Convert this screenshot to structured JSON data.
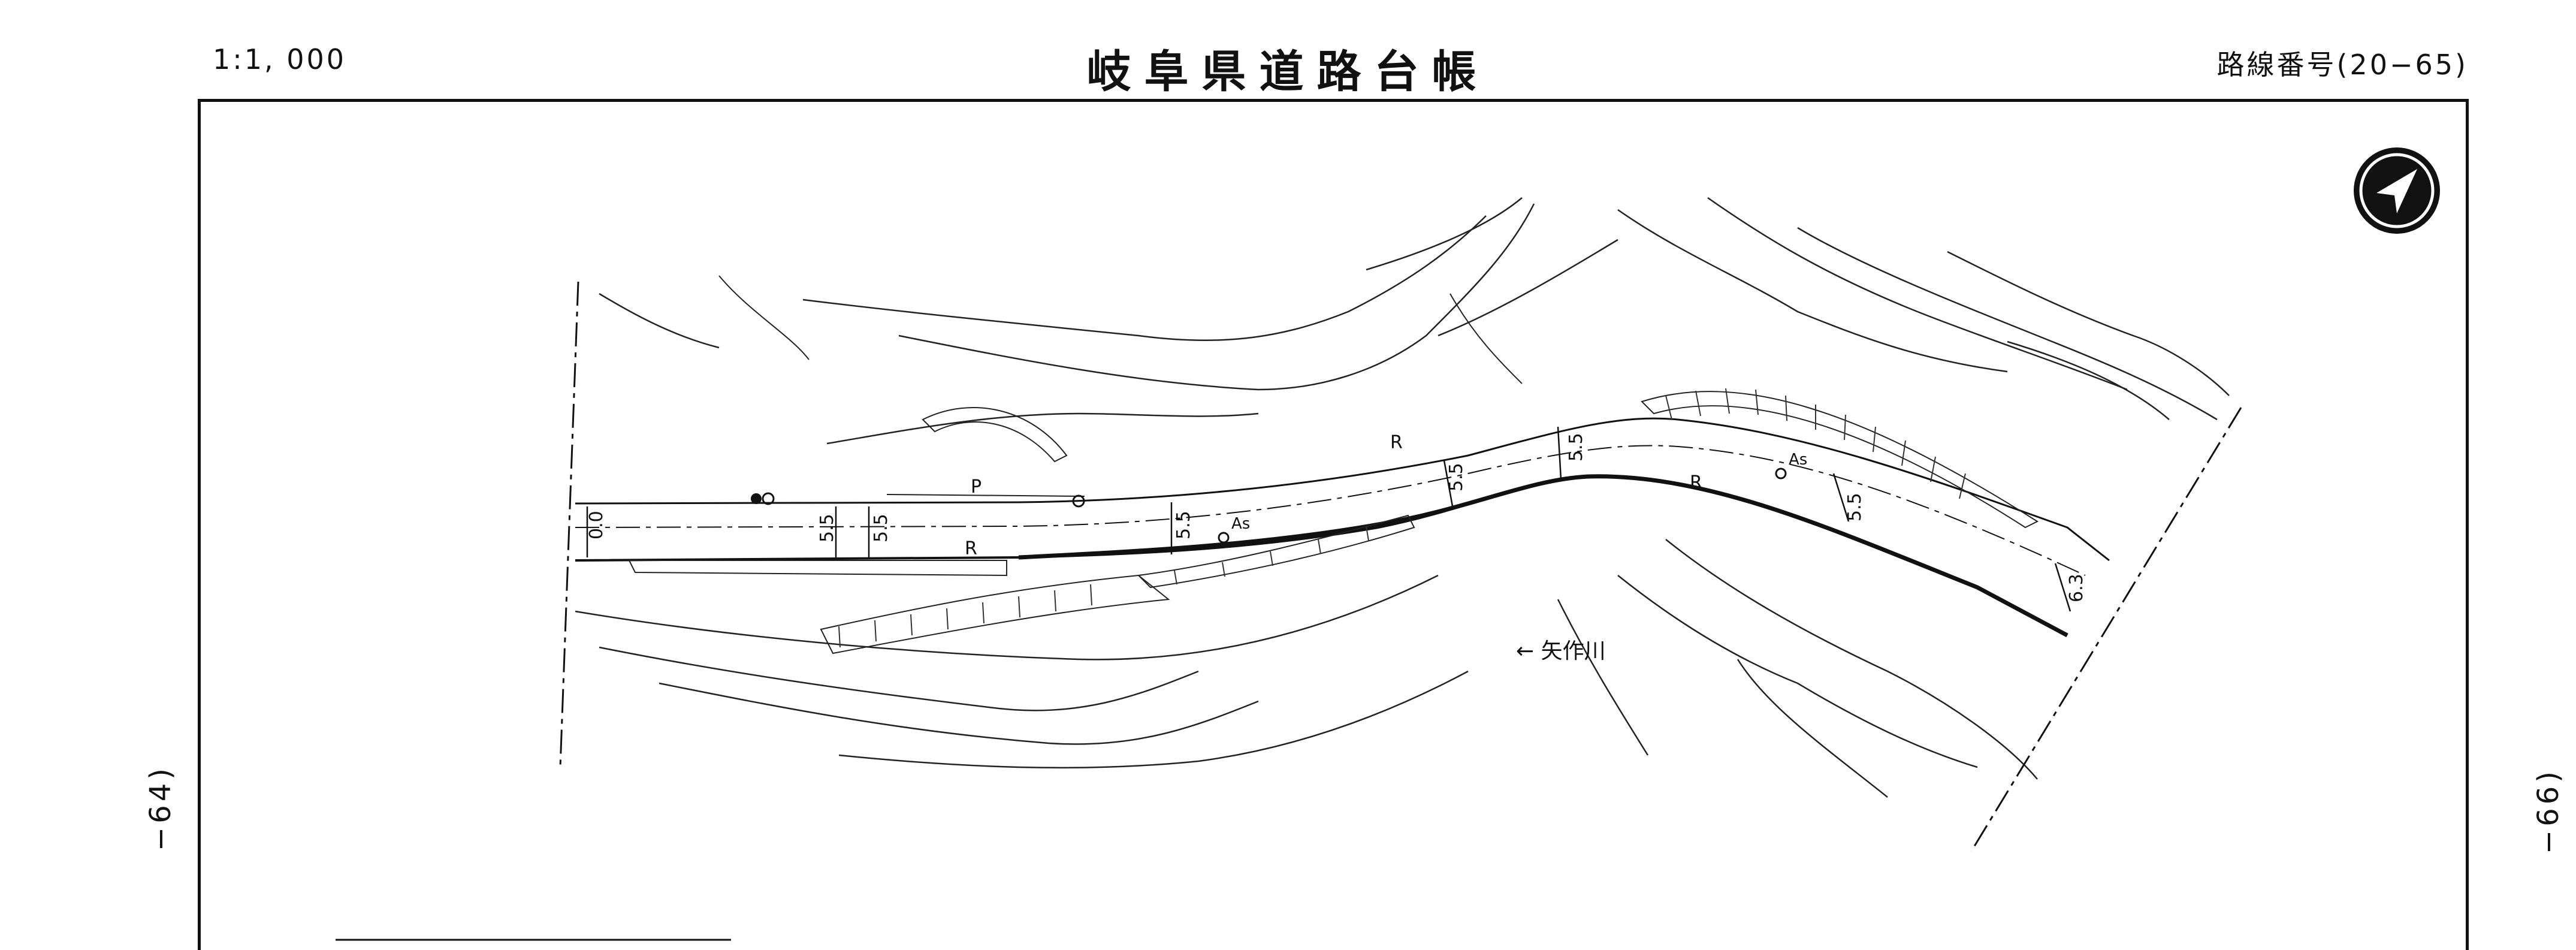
{
  "header": {
    "scale": "1:1, 000",
    "title": "岐阜県道路台帳",
    "route_number": "路線番号(20−65)"
  },
  "side_labels": {
    "left": "−64)",
    "right": "−66)"
  },
  "map": {
    "river_label": "← 矢作川",
    "widths": [
      "0.0",
      "5.5",
      "5.5",
      "5.5",
      "5.5",
      "5.5",
      "5.5",
      "6.3"
    ],
    "markers": [
      "P",
      "R",
      "R",
      "R",
      "As",
      "As"
    ],
    "north_arrow": "north-arrow-icon"
  }
}
